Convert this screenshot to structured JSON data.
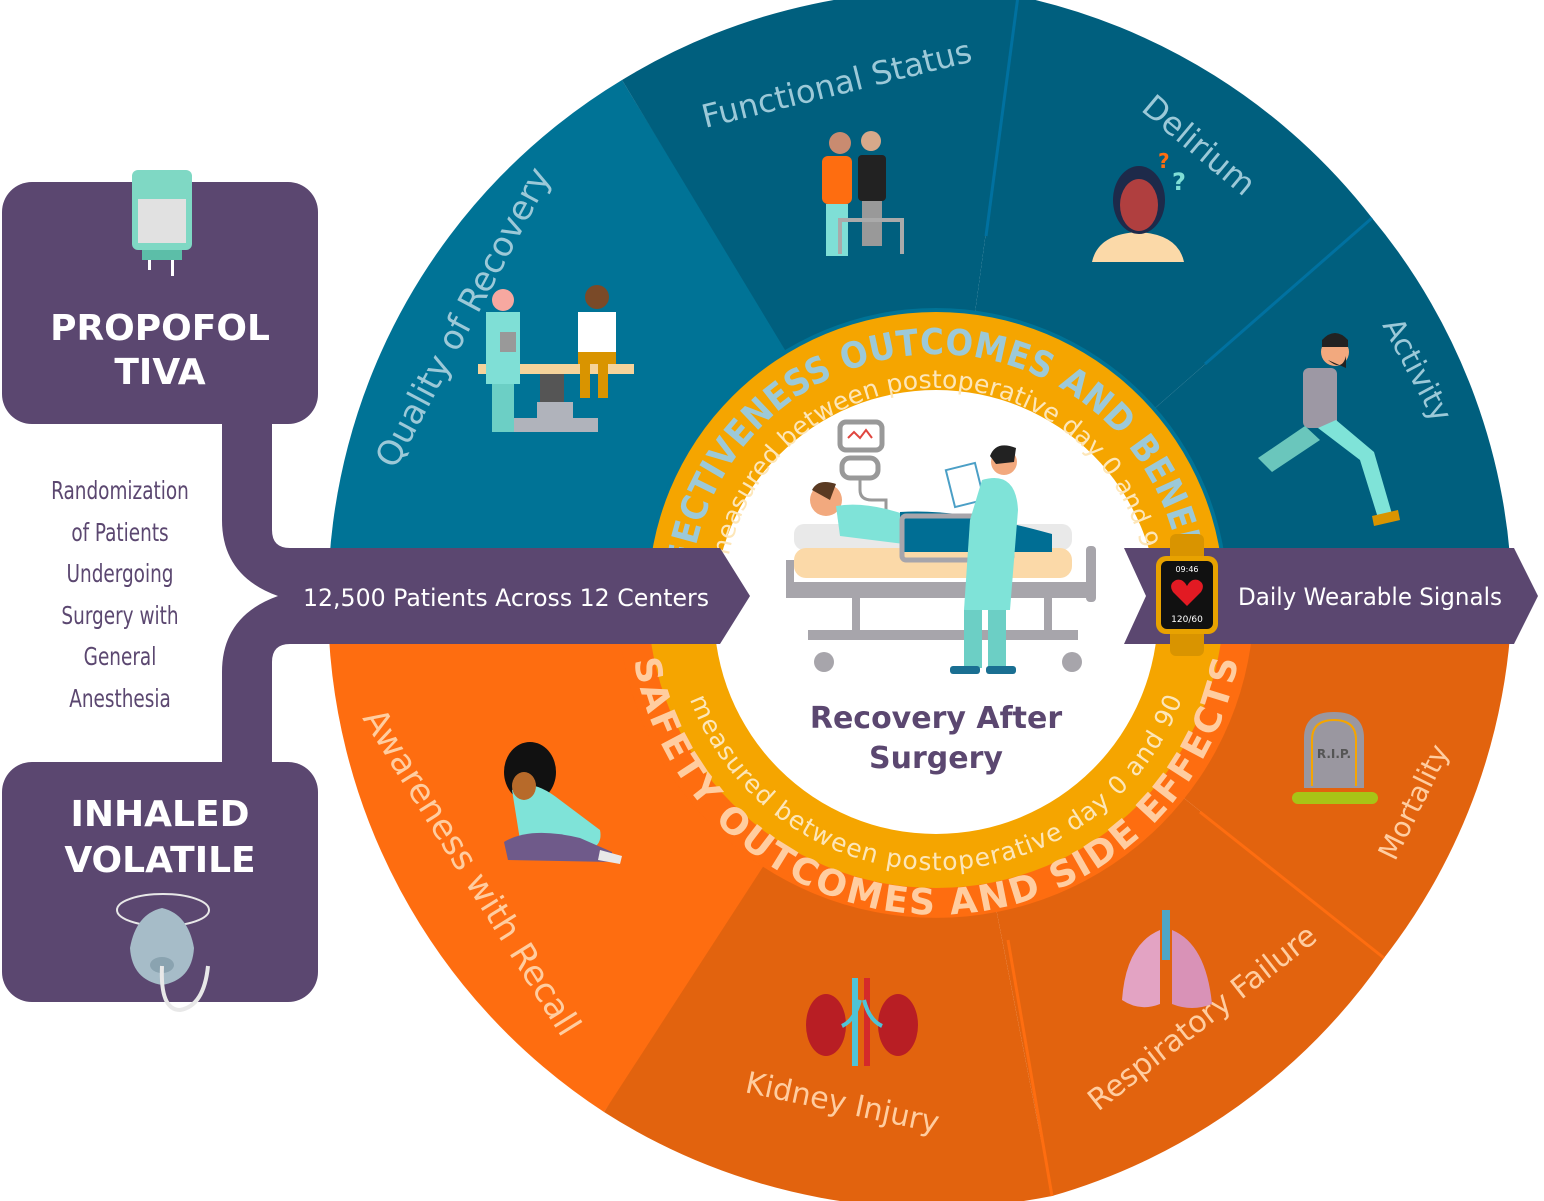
{
  "arms": {
    "top": {
      "line1": "PROPOFOL",
      "line2": "TIVA",
      "icon": "iv-bag-icon"
    },
    "bottom": {
      "line1": "INHALED",
      "line2": "VOLATILE",
      "icon": "anesthesia-mask-icon"
    }
  },
  "randomization": {
    "lines": [
      "Randomization",
      "of Patients",
      "Undergoing",
      "Surgery with",
      "General",
      "Anesthesia"
    ]
  },
  "enrollment_banner": "12,500 Patients Across 12 Centers",
  "wearable_banner": {
    "label": "Daily Wearable Signals",
    "watch_time": "09:46",
    "watch_bp": "120/60",
    "icon": "smartwatch-icon"
  },
  "center": {
    "title_line1": "Recovery After",
    "title_line2": "Surgery",
    "icon": "hospital-bed-icon"
  },
  "measurement_note": "measured between postoperative day 0 and 90",
  "effectiveness": {
    "header": "EFFECTIVENESS OUTCOMES AND BENEFITS",
    "outcomes": [
      {
        "label": "Quality of Recovery",
        "icon": "doctor-patient-icon"
      },
      {
        "label": "Functional Status",
        "icon": "walker-couple-icon"
      },
      {
        "label": "Delirium",
        "icon": "confused-woman-icon"
      },
      {
        "label": "Activity",
        "icon": "running-man-icon"
      }
    ]
  },
  "safety": {
    "header": "SAFETY OUTCOMES AND SIDE EFFECTS",
    "outcomes": [
      {
        "label": "Awareness with Recall",
        "icon": "distressed-woman-icon"
      },
      {
        "label": "Kidney Injury",
        "icon": "kidneys-icon"
      },
      {
        "label": "Respiratory Failure",
        "icon": "lungs-icon"
      },
      {
        "label": "Mortality",
        "icon": "tombstone-icon",
        "stone_text": "R.I.P."
      }
    ]
  },
  "colors": {
    "purple": "#5b4770",
    "teal_light": "#007396",
    "teal_dark": "#005f7e",
    "orange_light": "#fe6d10",
    "orange_dark": "#e2630e",
    "amber": "#f5a500",
    "blue_text": "#9cc9d8",
    "peach_text": "#ffcda0"
  }
}
